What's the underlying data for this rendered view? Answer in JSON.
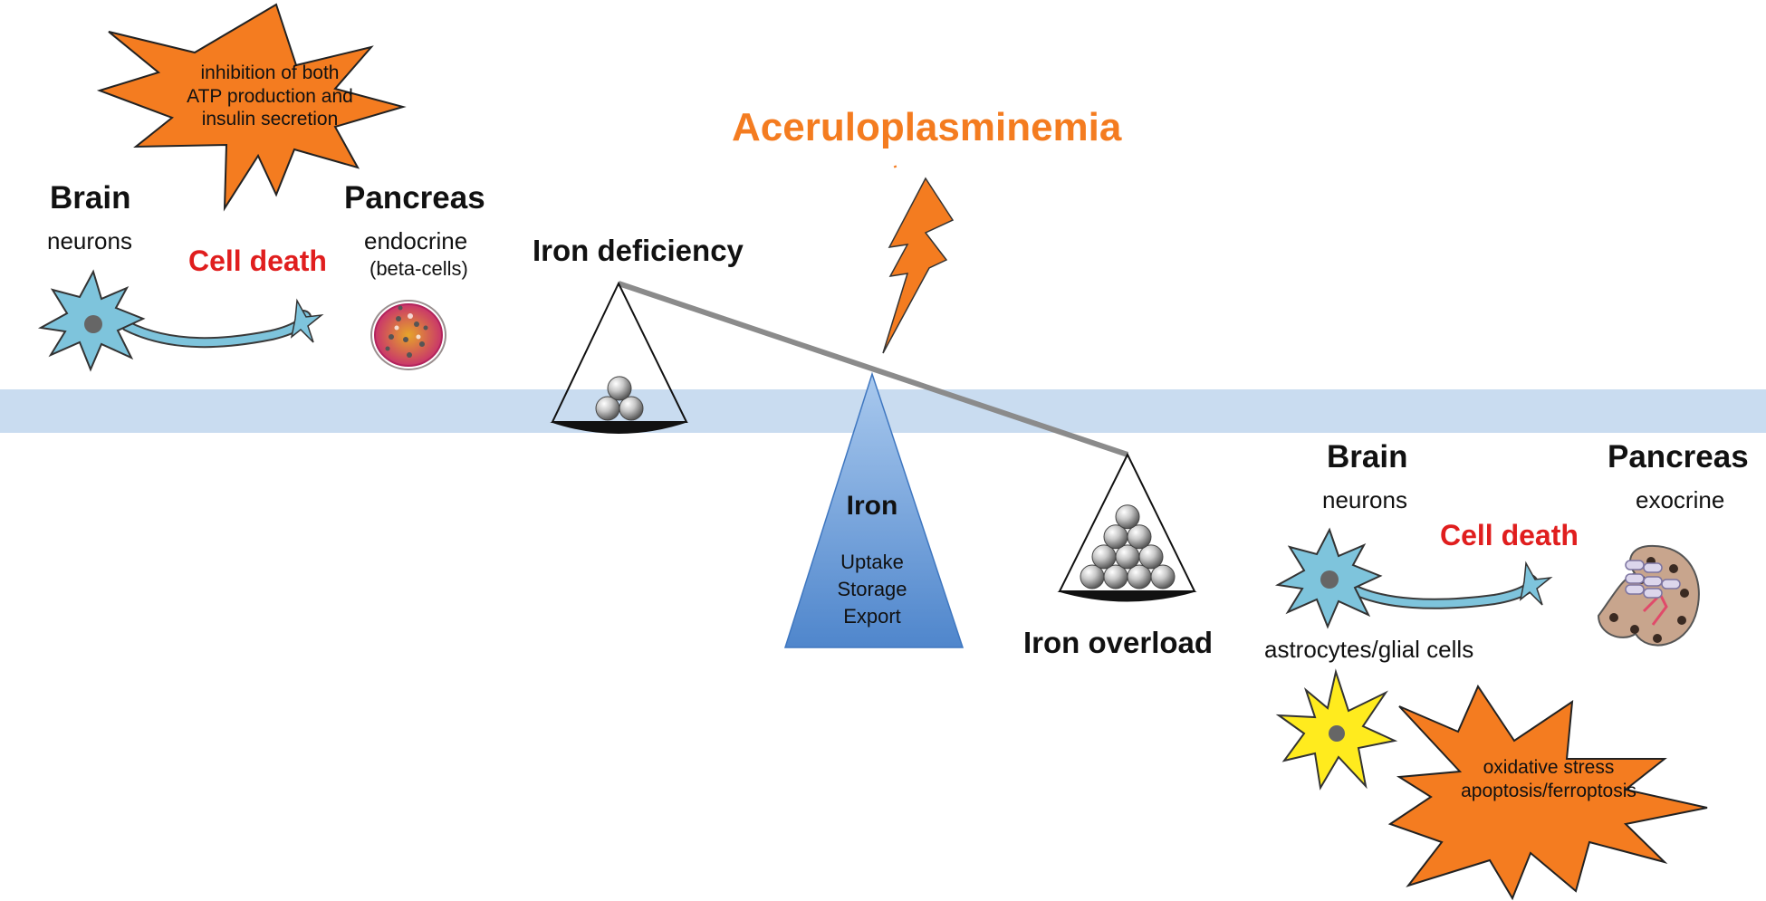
{
  "title": "Aceruloplasminemia",
  "colors": {
    "title": "#f47c20",
    "lightning": "#f47c20",
    "starburst": "#f47c20",
    "cell_death": "#e01e1e",
    "membrane_band": "#c9dcf0",
    "fulcrum": "#5b8fd0",
    "neuron": "#7ec4dc",
    "astrocyte": "#ffeb1e"
  },
  "left": {
    "starburst_text": [
      "inhibition of both",
      "ATP production and",
      "insulin secretion"
    ],
    "brain": {
      "title": "Brain",
      "sub": "neurons"
    },
    "cell_death": "Cell death",
    "pancreas": {
      "title": "Pancreas",
      "sub": "endocrine",
      "sub2": "(beta-cells)"
    }
  },
  "balance": {
    "left_label": "Iron deficiency",
    "right_label": "Iron overload",
    "left_balls": 3,
    "right_balls": 10
  },
  "fulcrum": {
    "title": "Iron",
    "lines": [
      "Uptake",
      "Storage",
      "Export"
    ]
  },
  "right": {
    "brain": {
      "title": "Brain",
      "sub": "neurons"
    },
    "cell_death": "Cell death",
    "pancreas": {
      "title": "Pancreas",
      "sub": "exocrine"
    },
    "astrocytes_label": "astrocytes/glial cells",
    "starburst_text": [
      "oxidative stress",
      "apoptosis/ferroptosis"
    ]
  },
  "icons": [
    "starburst-icon-left",
    "neuron-icon-left",
    "pancreas-endocrine-icon",
    "lightning-icon",
    "balance-pan-icon",
    "fulcrum-triangle-icon",
    "neuron-icon-right",
    "pancreas-exocrine-icon",
    "astrocyte-icon",
    "starburst-icon-right"
  ]
}
